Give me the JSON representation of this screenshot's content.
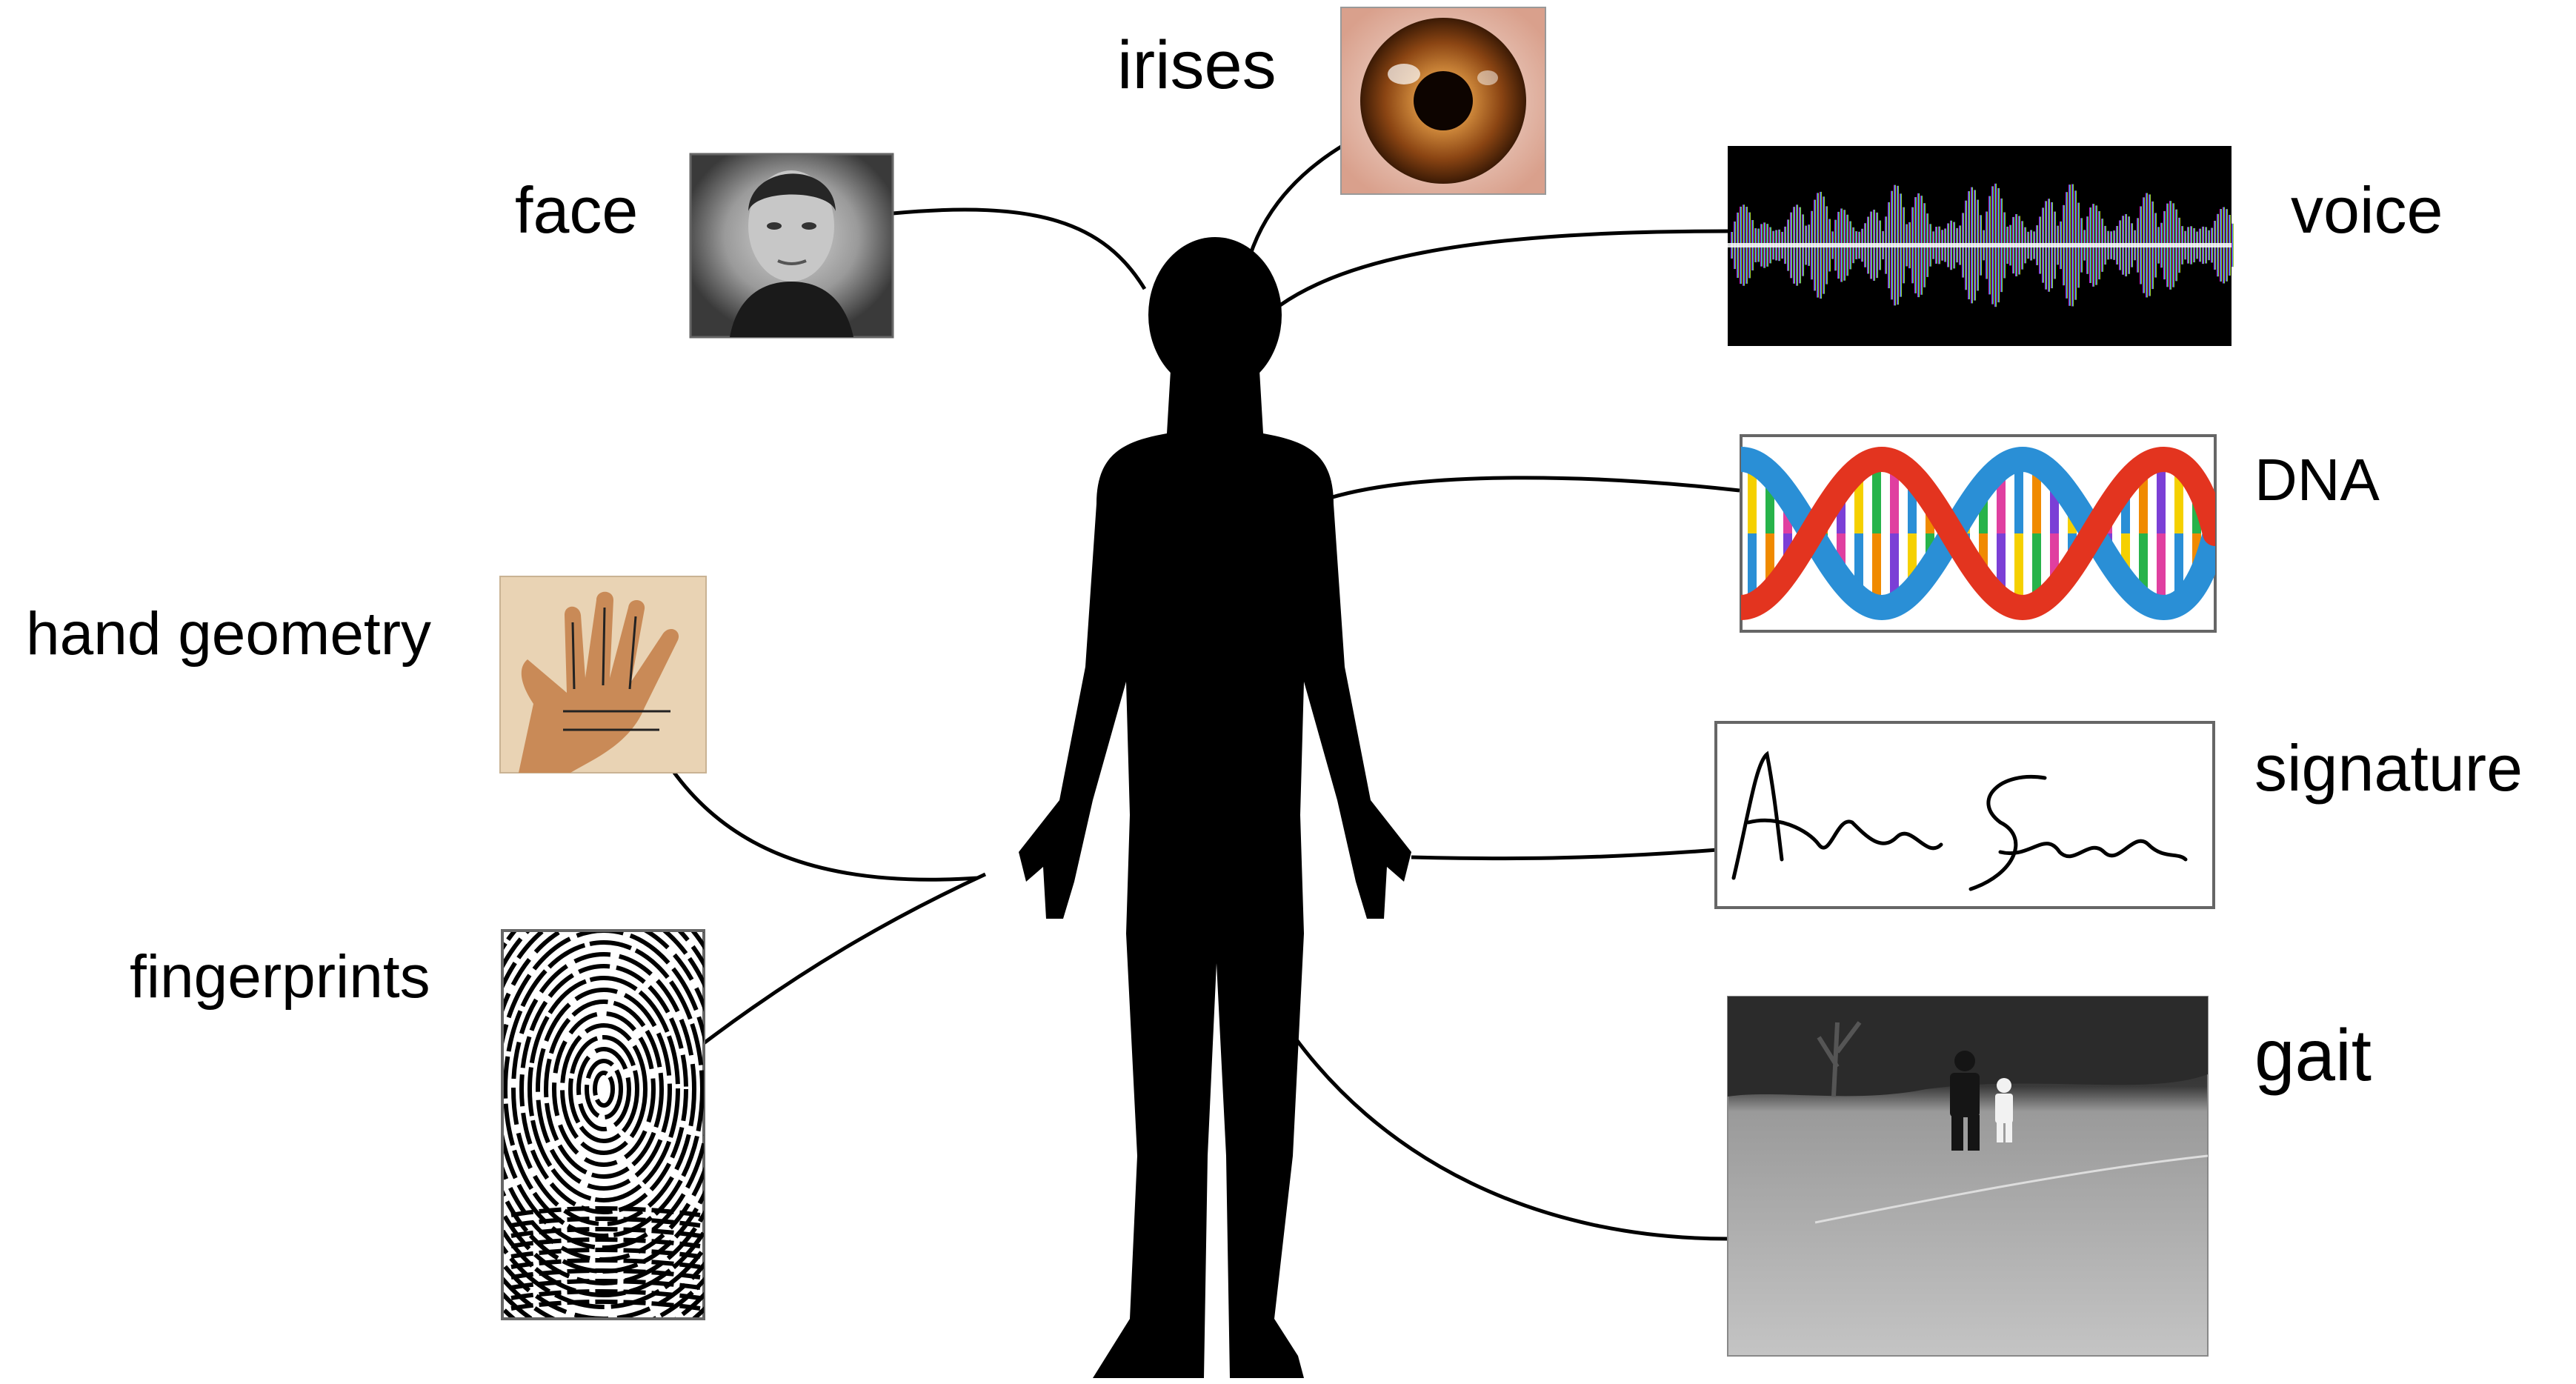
{
  "labels": {
    "irises": "irises",
    "face": "face",
    "voice": "voice",
    "dna": "DNA",
    "hand_geometry": "hand geometry",
    "signature": "signature",
    "fingerprints": "fingerprints",
    "gait": "gait"
  },
  "colors": {
    "background": "#ffffff",
    "text": "#000000",
    "silhouette": "#000000",
    "connector": "#000000",
    "frame": "#666666",
    "iris": "#8b4513",
    "hand_panel": "#e9d3b4",
    "hand_skin": "#c98a57",
    "gait_photo": "#8a8a8a",
    "dna_strand_red": "#e3341f",
    "dna_strand_blue": "#2a8fd6"
  },
  "icons": {
    "irises": "eye-icon",
    "face": "face-photo-icon",
    "voice": "sound-wave-icon",
    "dna": "dna-helix-icon",
    "hand_geometry": "hand-icon",
    "signature": "signature-icon",
    "fingerprints": "fingerprint-icon",
    "gait": "walking-people-photo-icon"
  }
}
